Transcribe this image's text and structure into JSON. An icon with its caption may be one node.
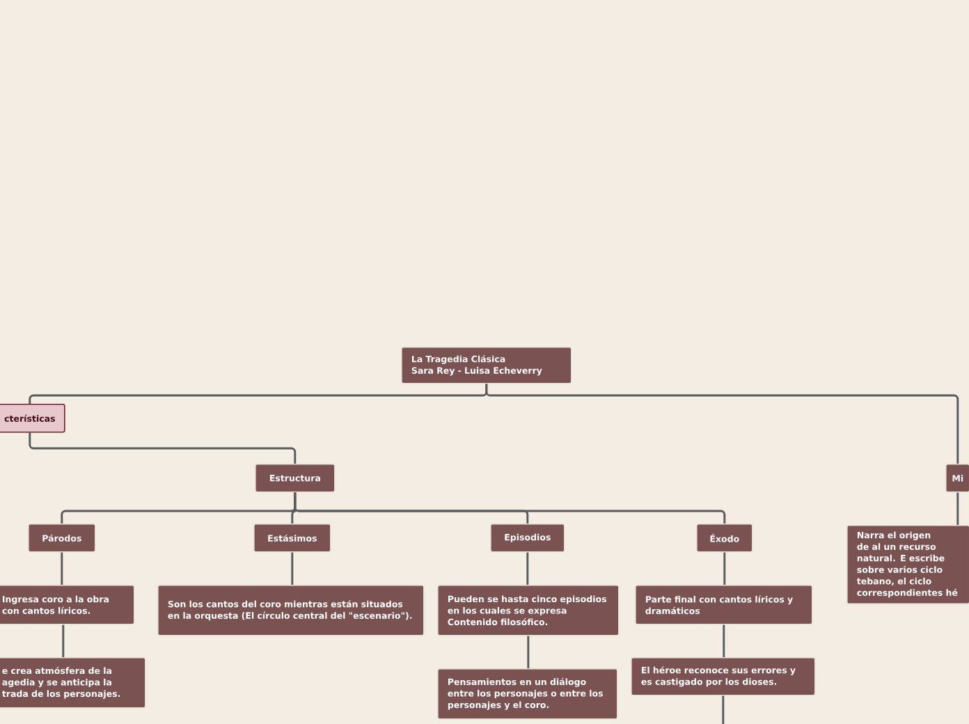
{
  "diagram": {
    "nodes": [
      {
        "text": [
          "La Tragedia Clásica",
          "Sara Rey - Luisa Echeverry"
        ]
      },
      {
        "text": [
          "cterísticas"
        ]
      },
      {
        "text": [
          "Estructura"
        ]
      },
      {
        "text": [
          "Párodos"
        ]
      },
      {
        "text": [
          "Estásimos"
        ]
      },
      {
        "text": [
          "Episodios"
        ]
      },
      {
        "text": [
          "Éxodo"
        ]
      },
      {
        "text": [
          "Mi"
        ]
      },
      {
        "text": [
          "Ingresa coro a la obra con cantos líricos."
        ]
      },
      {
        "text": [
          "e crea atmósfera de la agedia y se anticipa la trada de los personajes."
        ]
      },
      {
        "text": [
          "Son los cantos del coro mientras están situados en la orquesta (El círculo central del \"escenario\")."
        ]
      },
      {
        "text": [
          "Pueden se hasta cinco episodios en los cuales se expresa Contenido filosófico."
        ]
      },
      {
        "text": [
          "Pensamientos en un diálogo entre los personajes o entre los personajes y el coro."
        ]
      },
      {
        "text": [
          "Parte final con cantos líricos y dramáticos"
        ]
      },
      {
        "text": [
          "El héroe reconoce sus errores y es castigado por los dioses."
        ]
      },
      {
        "text": [
          "Narra el origen de al un recurso natural. E escribe sobre varios ciclo tebano, el ciclo correspondientes hé"
        ]
      }
    ],
    "edges": [
      {
        "from": 0,
        "to": 1,
        "arrow": "none"
      },
      {
        "from": 1,
        "to": 2,
        "arrow": "none"
      },
      {
        "from": 2,
        "to": 3,
        "arrow": "none"
      },
      {
        "from": 2,
        "to": 4,
        "arrow": "none"
      },
      {
        "from": 2,
        "to": 5,
        "arrow": "none"
      },
      {
        "from": 2,
        "to": 6,
        "arrow": "none"
      },
      {
        "from": 0,
        "to": 7,
        "arrow": "none"
      },
      {
        "from": 3,
        "to": 8,
        "arrow": "none"
      },
      {
        "from": 8,
        "to": 9,
        "arrow": "none"
      },
      {
        "from": 4,
        "to": 10,
        "arrow": "none"
      },
      {
        "from": 5,
        "to": 11,
        "arrow": "none"
      },
      {
        "from": 11,
        "to": 12,
        "arrow": "none"
      },
      {
        "from": 6,
        "to": 13,
        "arrow": "none"
      },
      {
        "from": 13,
        "to": 14,
        "arrow": "none"
      },
      {
        "from": 14,
        "to": null,
        "arrow": "none"
      },
      {
        "from": 7,
        "to": 15,
        "arrow": "none"
      }
    ]
  }
}
